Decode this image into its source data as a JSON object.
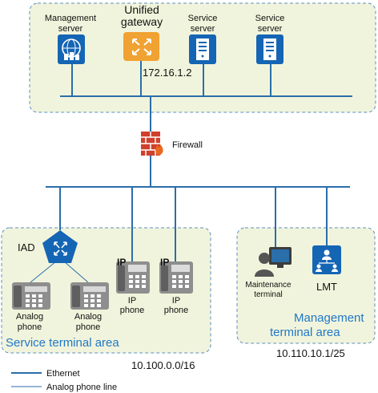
{
  "colors": {
    "zone_fill": "#f1f4dc",
    "zone_border": "#5c8fc0",
    "line": "#2a6eaa",
    "icon_blue": "#1565b5",
    "gateway_orange": "#f0a232",
    "firewall_red": "#d0402c",
    "phone_gray": "#8e8e8e",
    "area_label": "#1f78c8"
  },
  "top_zone": {
    "management_server": {
      "line1": "Management",
      "line2": "server",
      "icon": "management-server-icon"
    },
    "unified_gateway": {
      "line1": "Unified",
      "line2": "gateway",
      "icon": "gateway-icon",
      "ip": "172.16.1.2"
    },
    "service_server_1": {
      "line1": "Service",
      "line2": "server",
      "icon": "server-icon"
    },
    "service_server_2": {
      "line1": "Service",
      "line2": "server",
      "icon": "server-icon"
    }
  },
  "firewall": {
    "label": "Firewall",
    "icon": "firewall-icon"
  },
  "service_area": {
    "title": "Service terminal area",
    "subnet": "10.100.0.0/16",
    "iad": {
      "label": "IAD",
      "icon": "iad-icon"
    },
    "analog_phone_1": {
      "line1": "Analog",
      "line2": "phone",
      "icon": "analog-phone-icon"
    },
    "analog_phone_2": {
      "line1": "Analog",
      "line2": "phone",
      "icon": "analog-phone-icon"
    },
    "ip_phone_1": {
      "badge": "IP",
      "line1": "IP",
      "line2": "phone",
      "icon": "ip-phone-icon"
    },
    "ip_phone_2": {
      "badge": "IP",
      "line1": "IP",
      "line2": "phone",
      "icon": "ip-phone-icon"
    }
  },
  "management_area": {
    "title_line1": "Management",
    "title_line2": "terminal area",
    "subnet": "10.110.10.1/25",
    "maintenance_terminal": {
      "line1": "Maintenance",
      "line2": "terminal",
      "icon": "maintenance-terminal-icon"
    },
    "lmt": {
      "label": "LMT",
      "icon": "lmt-icon"
    }
  },
  "legend": {
    "ethernet": "Ethernet",
    "analog_line": "Analog phone line"
  }
}
